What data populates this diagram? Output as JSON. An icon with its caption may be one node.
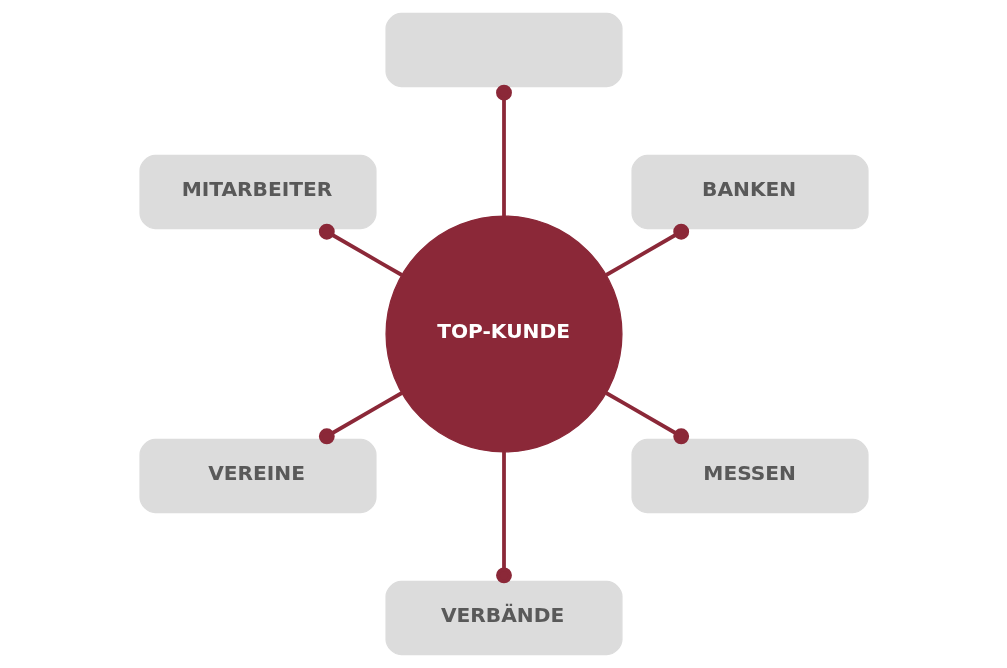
{
  "diagram": {
    "nodes": [
      {
        "text": [
          "TOP-KUNDE"
        ]
      },
      {
        "text": [],
        "shape": "box"
      },
      {
        "text": [
          "MITARBEITER"
        ]
      },
      {
        "text": [
          "BANKEN"
        ]
      },
      {
        "text": [
          "VEREINE"
        ]
      },
      {
        "text": [
          "MESSEN"
        ]
      },
      {
        "text": [
          "VERBÄNDE"
        ]
      }
    ],
    "edges": [
      {
        "from": 0,
        "to": 1,
        "arrow": "other"
      },
      {
        "from": 0,
        "to": 2,
        "arrow": "other"
      },
      {
        "from": 0,
        "to": 3,
        "arrow": "other"
      },
      {
        "from": 0,
        "to": 4,
        "arrow": "other"
      },
      {
        "from": 0,
        "to": 5,
        "arrow": "other"
      },
      {
        "from": 0,
        "to": 6,
        "arrow": "other"
      }
    ]
  }
}
